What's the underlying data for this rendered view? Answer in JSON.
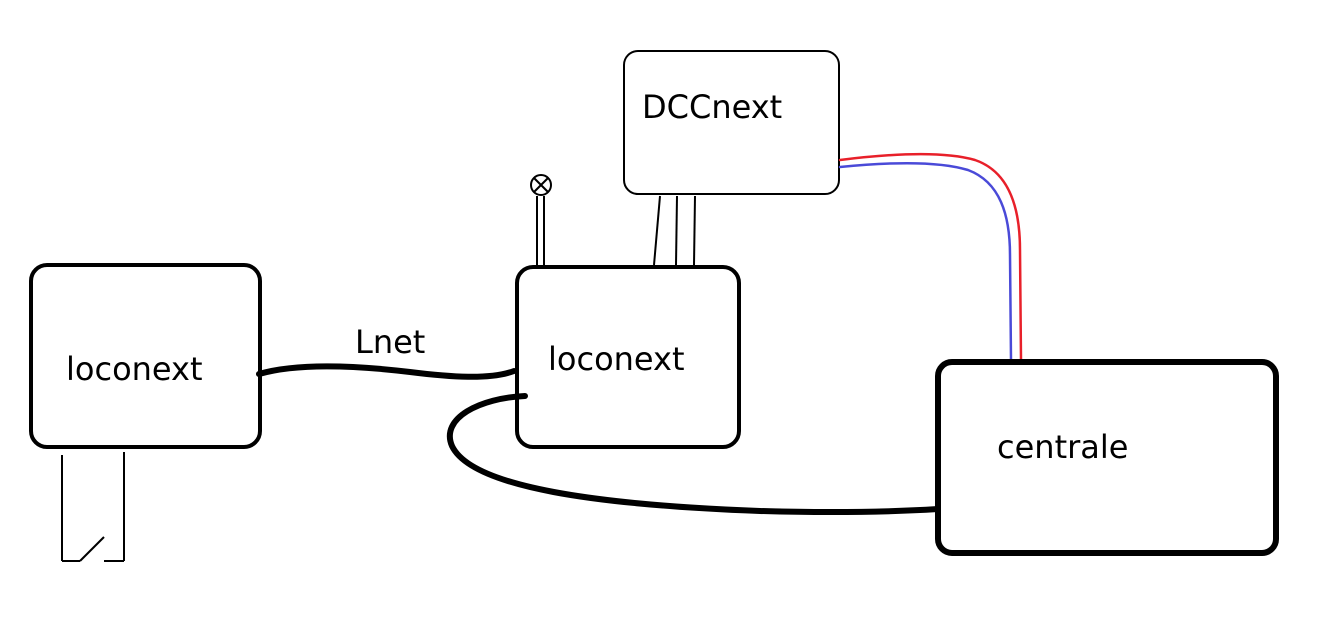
{
  "diagram": {
    "nodes": [
      {
        "id": "loconext-left",
        "label": "loconext"
      },
      {
        "id": "loconext-center",
        "label": "loconext"
      },
      {
        "id": "dccnext",
        "label": "DCCnext"
      },
      {
        "id": "centrale",
        "label": "centrale"
      }
    ],
    "edges": [
      {
        "from": "loconext-left",
        "to": "loconext-center",
        "label": "Lnet"
      },
      {
        "from": "loconext-center",
        "to": "centrale",
        "label": ""
      },
      {
        "from": "dccnext",
        "to": "loconext-center",
        "label": ""
      },
      {
        "from": "dccnext",
        "to": "centrale",
        "label": ""
      }
    ],
    "colors": {
      "line": "#000000",
      "wire_red": "#e8202a",
      "wire_blue": "#4a4ad8"
    }
  }
}
